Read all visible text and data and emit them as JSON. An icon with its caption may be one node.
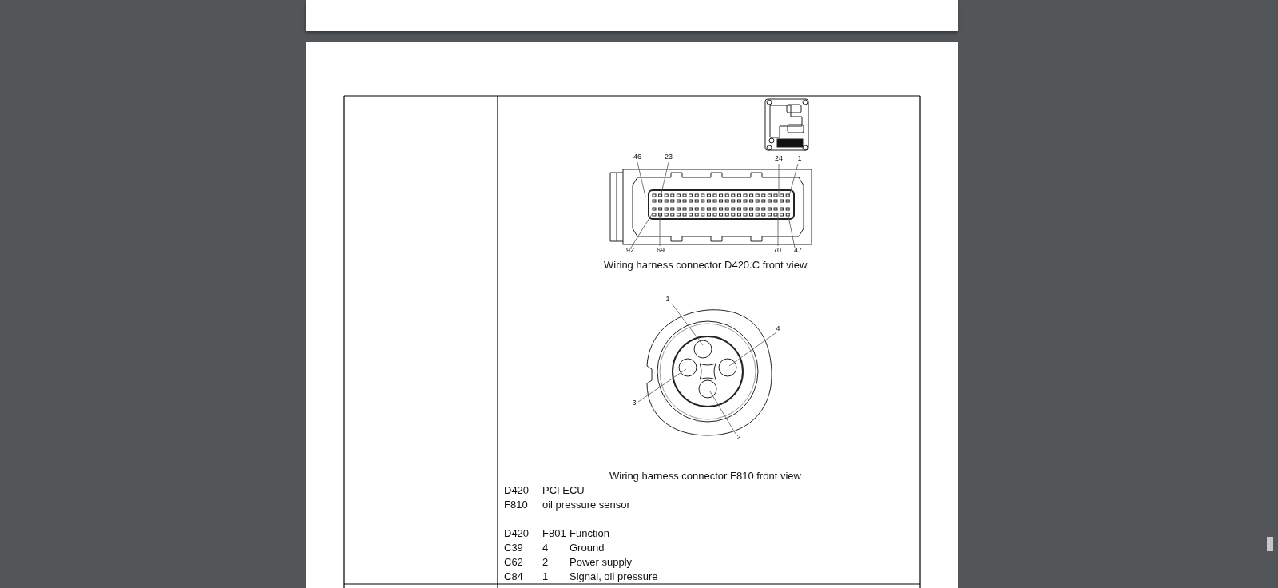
{
  "diagram": {
    "nodes": [
      {
        "text": [
          "46"
        ]
      },
      {
        "text": [
          "23"
        ]
      },
      {
        "text": [
          "24"
        ]
      },
      {
        "text": [
          "1"
        ]
      },
      {
        "text": [
          "92"
        ]
      },
      {
        "text": [
          "69"
        ]
      },
      {
        "text": [
          "70"
        ]
      },
      {
        "text": [
          "47"
        ]
      },
      {
        "text": [
          "1"
        ]
      },
      {
        "text": [
          "4"
        ]
      },
      {
        "text": [
          "3"
        ]
      },
      {
        "text": [
          "2"
        ]
      }
    ],
    "edges": [
      {
        "from": 0,
        "to": null,
        "arrow": "none"
      },
      {
        "from": 1,
        "to": null,
        "arrow": "none"
      },
      {
        "from": 2,
        "to": null,
        "arrow": "none"
      },
      {
        "from": 3,
        "to": null,
        "arrow": "none"
      },
      {
        "from": 4,
        "to": null,
        "arrow": "none"
      },
      {
        "from": 5,
        "to": null,
        "arrow": "none"
      },
      {
        "from": 6,
        "to": null,
        "arrow": "none"
      },
      {
        "from": 7,
        "to": null,
        "arrow": "none"
      },
      {
        "from": 8,
        "to": null,
        "arrow": "none"
      },
      {
        "from": 9,
        "to": null,
        "arrow": "none"
      },
      {
        "from": 10,
        "to": null,
        "arrow": "none"
      },
      {
        "from": 11,
        "to": null,
        "arrow": "none"
      }
    ],
    "labels": [
      "Wiring harness connector D420.C front view",
      "Wiring harness connector F810 front view",
      "D420",
      "PCI ECU",
      "F810",
      "oil pressure sensor",
      "D420",
      "F801",
      "Function",
      "C39",
      "4",
      "Ground",
      "C62",
      "2",
      "Power supply",
      "C84",
      "1",
      "Signal, oil pressure"
    ]
  }
}
